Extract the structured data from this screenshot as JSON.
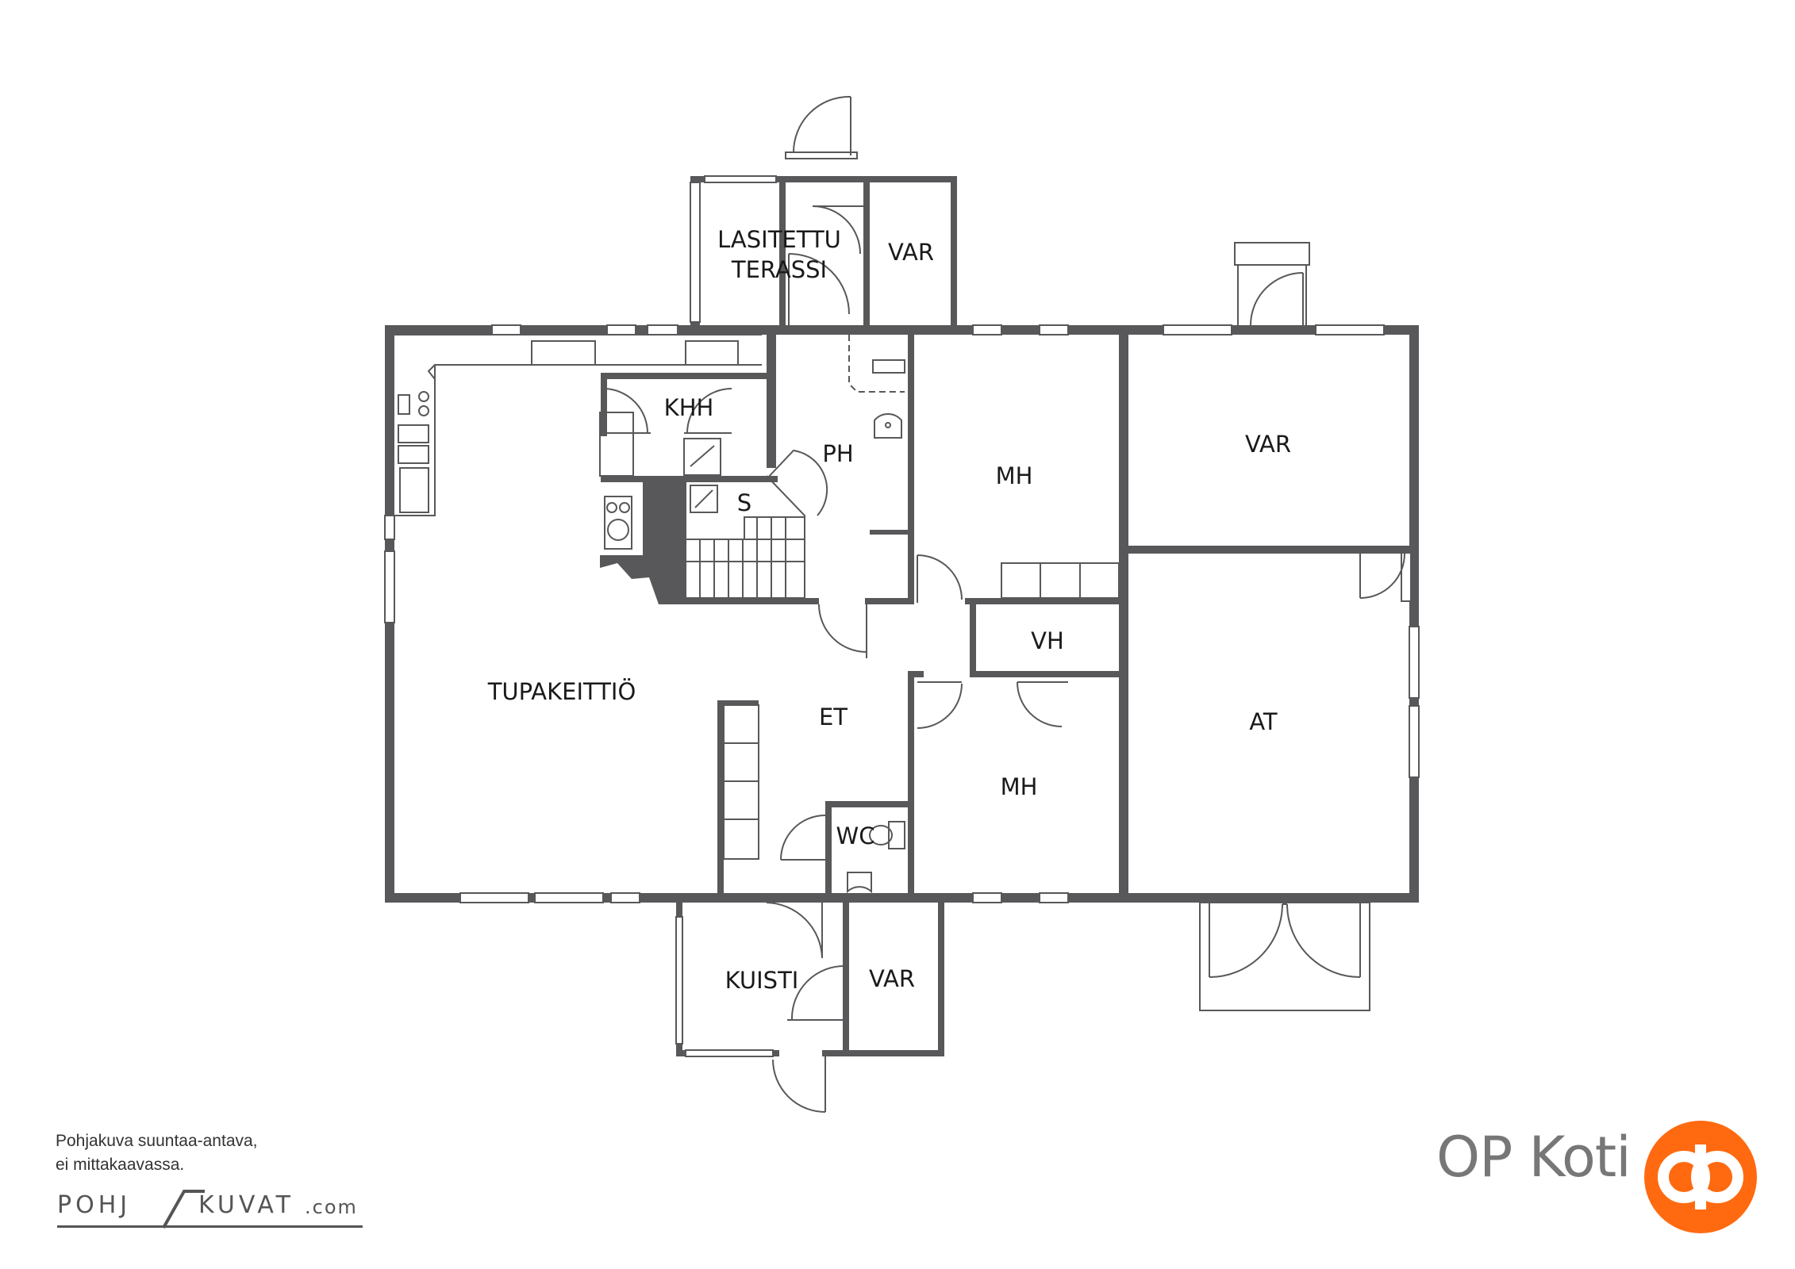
{
  "rooms": {
    "lasitettu_terassi_line1": "LASITETTU",
    "lasitettu_terassi_line2": "TERASSI",
    "var_top": "VAR",
    "var_right": "VAR",
    "khh": "KHH",
    "ph": "PH",
    "s": "S",
    "mh_upper": "MH",
    "tupakeittio": "TUPAKEITTIÖ",
    "et": "ET",
    "vh": "VH",
    "at": "AT",
    "mh_lower": "MH",
    "wc": "WC",
    "kuisti": "KUISTI",
    "var_bottom": "VAR"
  },
  "note": {
    "line1": "Pohjakuva suuntaa-antava,",
    "line2": "ei mittakaavassa."
  },
  "maker": {
    "part1": "POHJ",
    "part2": "KUVAT",
    "suffix": ".com"
  },
  "brand": {
    "name": "OP Koti"
  },
  "colors": {
    "wall": "#58585a",
    "logo": "#ff6a10"
  }
}
